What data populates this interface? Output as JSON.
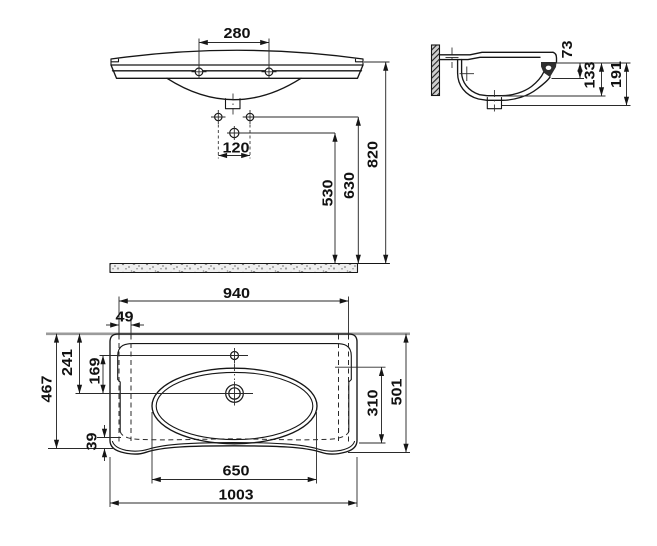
{
  "drawing": {
    "title": "Wall-hung washbasin technical dimension drawing",
    "views": {
      "front": "front elevation",
      "side": "side section",
      "plan": "top plan"
    },
    "dims": {
      "faucet_hole_spacing": "280",
      "bolt_hole_spacing": "120",
      "drain_outlet_height": "530",
      "bolt_hole_height": "630",
      "rim_height": "820",
      "rim_to_overflow_depth": "73",
      "rim_to_ledge_depth": "133",
      "total_section_depth": "191",
      "back_width": "940",
      "side_offset": "49",
      "overall_depth_left": "467",
      "back_to_drain": "241",
      "faucet_to_drain": "169",
      "front_lip": "39",
      "bowl_inner_depth": "310",
      "overall_depth_right": "501",
      "bowl_inner_width": "650",
      "overall_width": "1003"
    }
  }
}
